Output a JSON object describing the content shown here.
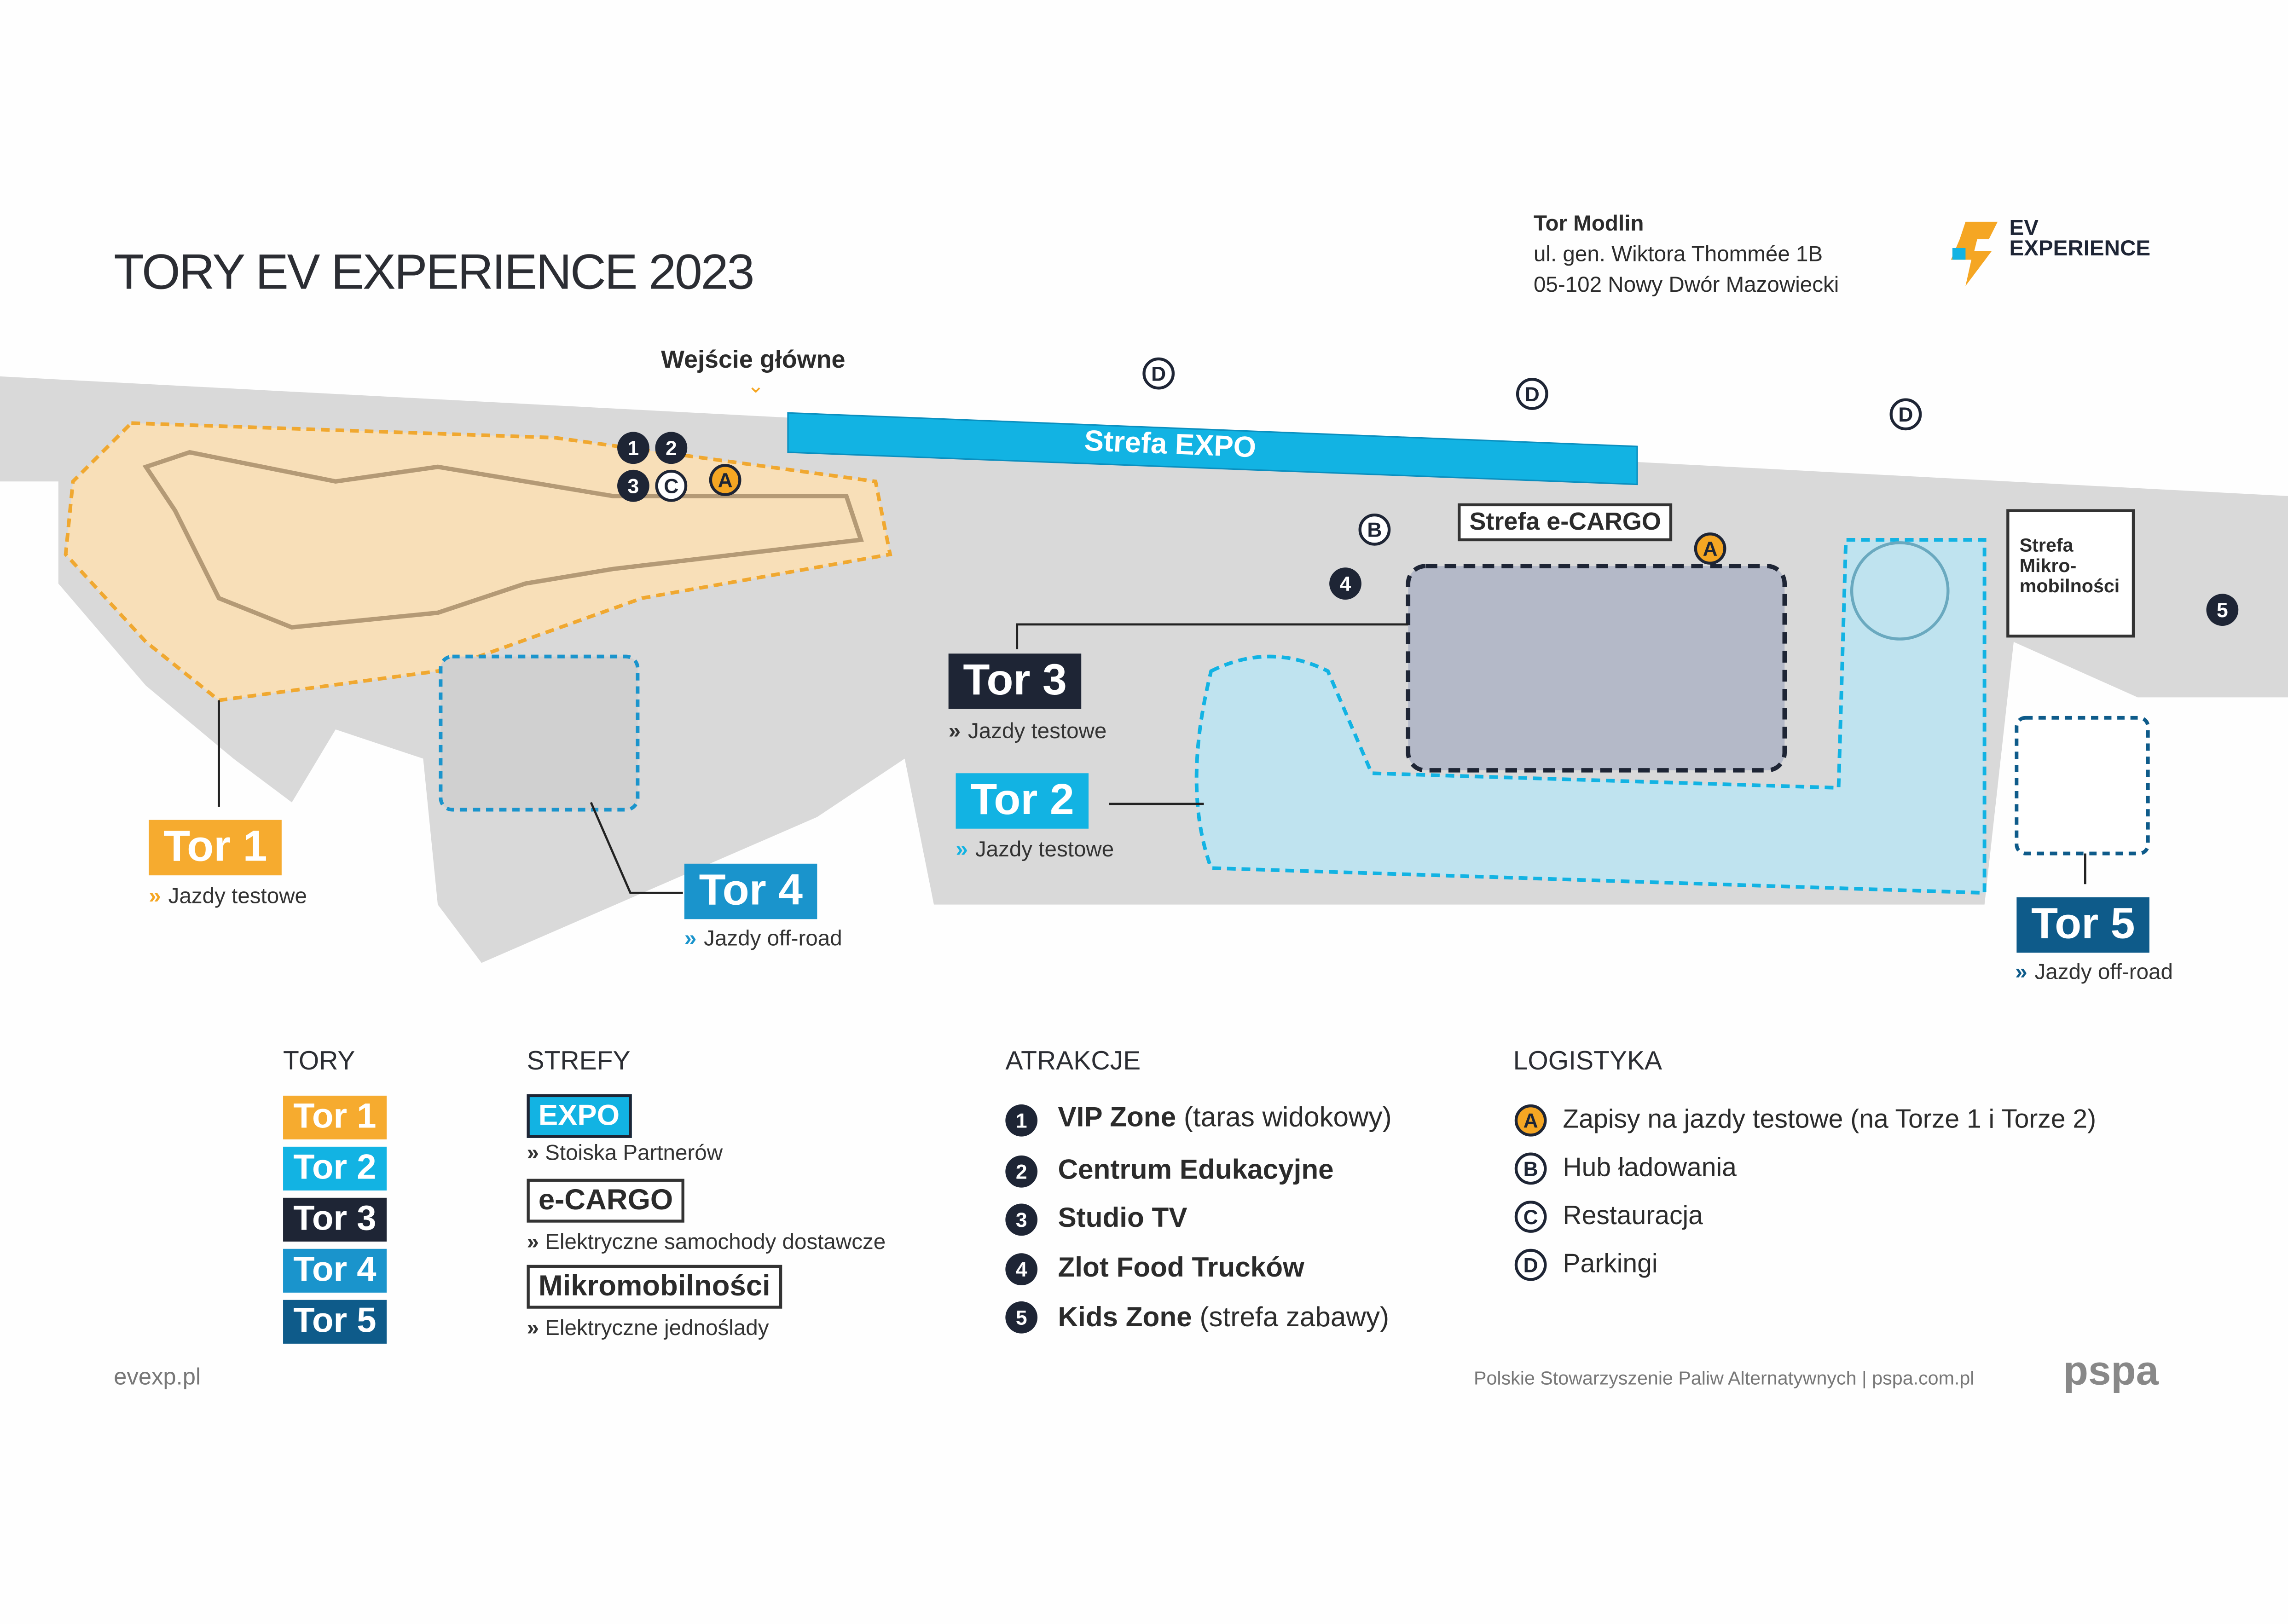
{
  "title": "TORY EV EXPERIENCE 2023",
  "address": {
    "name": "Tor Modlin",
    "street": "ul. gen. Wiktora Thommée 1B",
    "city": "05-102 Nowy Dwór Mazowiecki"
  },
  "logo": {
    "line1": "EV",
    "line2": "EXPERIENCE"
  },
  "map": {
    "entrance": "Wejście główne",
    "expo_band": "Strefa EXPO",
    "ecargo_zone": "Strefa e-CARGO",
    "mikro_zone": "Strefa Mikro-mobilności",
    "tracks": [
      {
        "label": "Tor 1",
        "sub": "Jazdy testowe",
        "color": "#f6ab2f"
      },
      {
        "label": "Tor 2",
        "sub": "Jazdy testowe",
        "color": "#12b3e3"
      },
      {
        "label": "Tor 3",
        "sub": "Jazdy testowe",
        "color": "#1e2535"
      },
      {
        "label": "Tor 4",
        "sub": "Jazdy off-road",
        "color": "#1a94cc"
      },
      {
        "label": "Tor 5",
        "sub": "Jazdy off-road",
        "color": "#0e5b8a"
      }
    ],
    "markers": {
      "one": "1",
      "two": "2",
      "three": "3",
      "four": "4",
      "five": "5",
      "a": "A",
      "b": "B",
      "c": "C",
      "d": "D"
    }
  },
  "legend": {
    "tory": {
      "heading": "TORY",
      "items": [
        "Tor 1",
        "Tor 2",
        "Tor 3",
        "Tor 4",
        "Tor 5"
      ]
    },
    "strefy": {
      "heading": "STREFY",
      "items": [
        {
          "label": "EXPO",
          "desc": "Stoiska Partnerów"
        },
        {
          "label": "e-CARGO",
          "desc": "Elektryczne samochody dostawcze"
        },
        {
          "label": "Mikromobilności",
          "desc": "Elektryczne jednoślady"
        }
      ]
    },
    "atrakcje": {
      "heading": "ATRAKCJE",
      "items": [
        {
          "num": "1",
          "bold": "VIP Zone",
          "rest": " (taras widokowy)"
        },
        {
          "num": "2",
          "bold": "Centrum Edukacyjne",
          "rest": ""
        },
        {
          "num": "3",
          "bold": "Studio TV",
          "rest": ""
        },
        {
          "num": "4",
          "bold": "Zlot Food Trucków",
          "rest": ""
        },
        {
          "num": "5",
          "bold": "Kids Zone",
          "rest": " (strefa zabawy)"
        }
      ]
    },
    "logistyka": {
      "heading": "LOGISTYKA",
      "items": [
        {
          "letter": "A",
          "text": "Zapisy na jazdy testowe (na Torze 1 i Torze 2)"
        },
        {
          "letter": "B",
          "text": "Hub ładowania"
        },
        {
          "letter": "C",
          "text": "Restauracja"
        },
        {
          "letter": "D",
          "text": "Parkingi"
        }
      ]
    }
  },
  "footer": {
    "left": "evexp.pl",
    "org": "Polskie Stowarzyszenie Paliw Alternatywnych",
    "sep": "|",
    "url": "pspa.com.pl",
    "brand": "pspa"
  },
  "chev": "»"
}
